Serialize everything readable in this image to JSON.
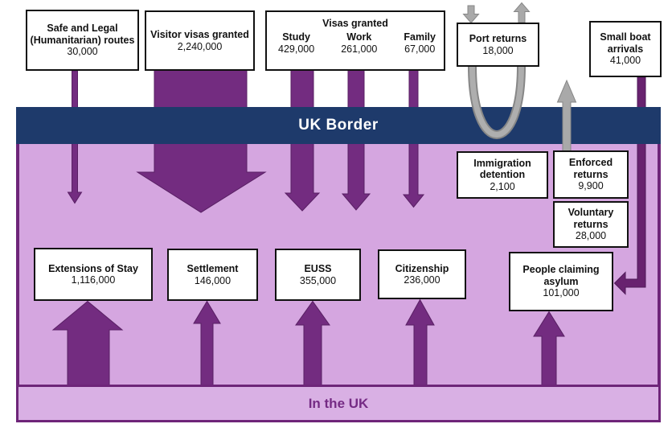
{
  "bands": {
    "border_label": "UK Border",
    "in_uk_label": "In the UK"
  },
  "nodes": {
    "safe_legal": {
      "label": "Safe and Legal (Humanitarian) routes",
      "value": "30,000"
    },
    "visitor_visas": {
      "label": "Visitor visas granted",
      "value": "2,240,000"
    },
    "visas_granted": {
      "title": "Visas granted",
      "columns": [
        {
          "label": "Study",
          "value": "429,000"
        },
        {
          "label": "Work",
          "value": "261,000"
        },
        {
          "label": "Family",
          "value": "67,000"
        }
      ]
    },
    "port_returns": {
      "label": "Port returns",
      "value": "18,000"
    },
    "small_boat": {
      "label": "Small boat arrivals",
      "value": "41,000"
    },
    "immigration_detention": {
      "label": "Immigration detention",
      "value": "2,100"
    },
    "enforced_returns": {
      "label": "Enforced returns",
      "value": "9,900"
    },
    "voluntary_returns": {
      "label": "Voluntary returns",
      "value": "28,000"
    },
    "extensions_of_stay": {
      "label": "Extensions of Stay",
      "value": "1,116,000"
    },
    "settlement": {
      "label": "Settlement",
      "value": "146,000"
    },
    "euss": {
      "label": "EUSS",
      "value": "355,000"
    },
    "citizenship": {
      "label": "Citizenship",
      "value": "236,000"
    },
    "asylum": {
      "label": "People claiming asylum",
      "value": "101,000"
    }
  },
  "colors": {
    "border_band_navy": "#1e3a6b",
    "uk_area_purple": "#d5a6e0",
    "in_uk_band_purple": "#d9b0e4",
    "arrow_purple": "#732c80",
    "dark_flow_purple": "#68226f",
    "returns_gray": "#a9a9a9"
  }
}
